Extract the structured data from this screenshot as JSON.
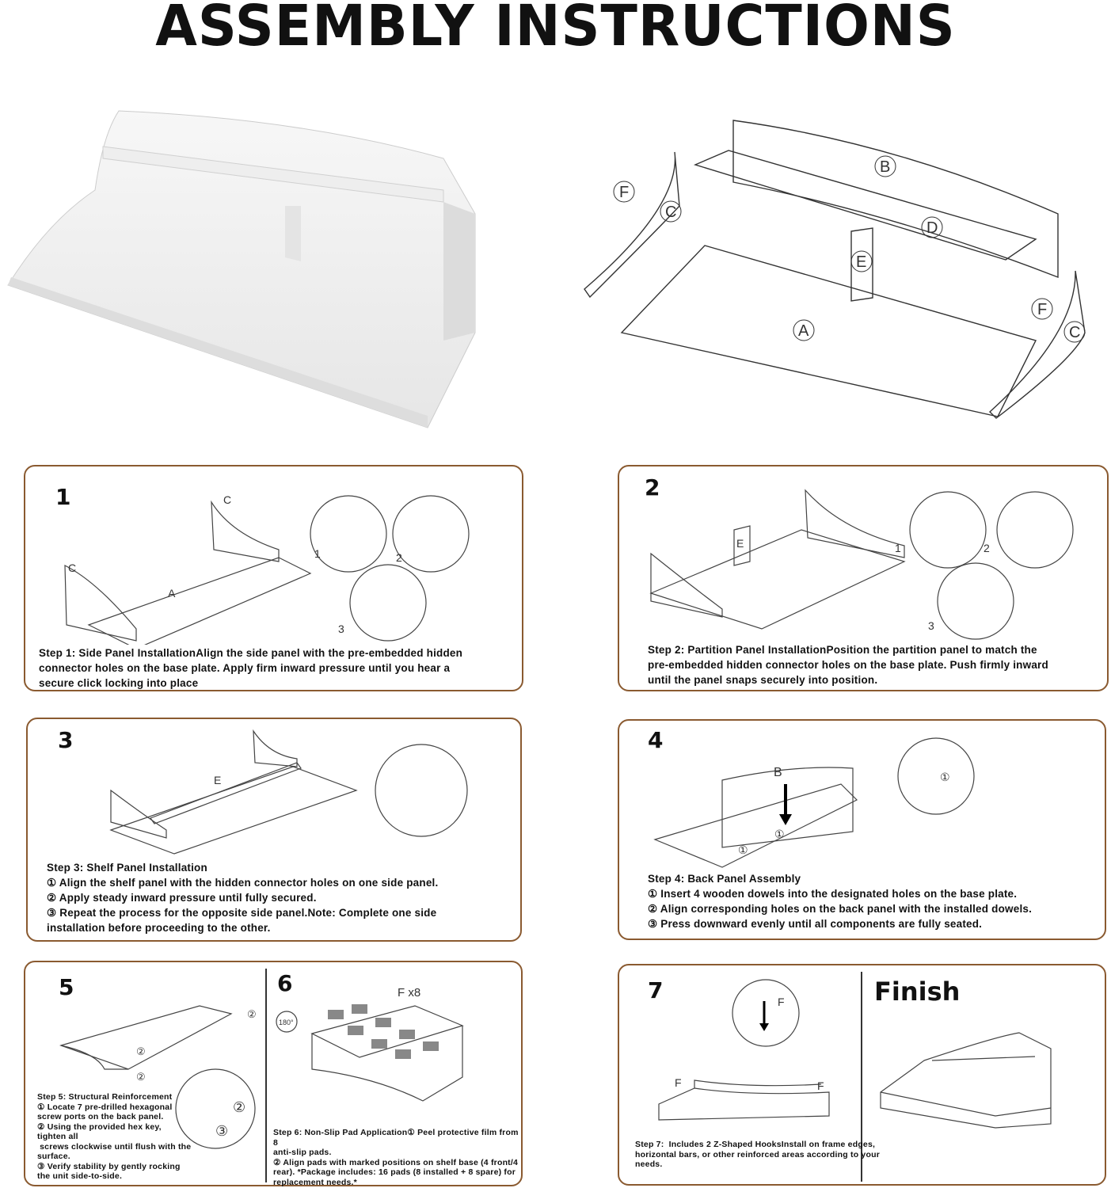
{
  "title": "ASSEMBLY INSTRUCTIONS",
  "exploded_labels": {
    "a": "A",
    "b": "B",
    "c": "C",
    "d": "D",
    "e": "E",
    "f": "F"
  },
  "steps": [
    {
      "number": "1",
      "labels": {
        "part_a": "A",
        "part_c": "C",
        "detail_1": "1",
        "detail_2": "2",
        "detail_3": "3"
      },
      "lines": [
        "Step 1: Side Panel InstallationAlign the side panel with the pre-embedded hidden",
        "connector holes on the base plate. Apply firm inward pressure until you hear a",
        "secure click locking into place"
      ]
    },
    {
      "number": "2",
      "labels": {
        "part_e": "E",
        "detail_1": "1",
        "detail_2": "2",
        "detail_3": "3"
      },
      "lines": [
        "Step 2: Partition Panel InstallationPosition the partition panel to match the",
        "pre-embedded hidden connector holes on the base plate. Push firmly inward",
        "until the panel snaps securely into position."
      ]
    },
    {
      "number": "3",
      "labels": {
        "part_e": "E"
      },
      "lines": [
        "Step 3: Shelf Panel Installation",
        "① Align the shelf panel with the hidden connector holes on one side panel.",
        "② Apply steady inward pressure until fully secured.",
        "③ Repeat the process for the opposite side panel.Note: Complete one side",
        "installation before proceeding to the other."
      ]
    },
    {
      "number": "4",
      "labels": {
        "part_b": "B",
        "dowel": "①"
      },
      "lines": [
        "Step 4: Back Panel Assembly",
        "① Insert 4 wooden dowels into the designated holes on the base plate.",
        "② Align corresponding holes on the back panel with the installed dowels.",
        "③ Press downward evenly until all components are fully seated."
      ]
    },
    {
      "number": "5",
      "labels": {
        "screw": "②",
        "key": "③"
      },
      "lines": [
        "Step 5: Structural Reinforcement",
        "① Locate 7 pre-drilled hexagonal",
        "screw ports on the back panel.",
        "② Using the provided hex key,",
        "tighten all",
        " screws clockwise until flush with the",
        "surface.",
        "③ Verify stability by gently rocking",
        "the unit side-to-side."
      ]
    },
    {
      "number": "6",
      "labels": {
        "pads": "F x8",
        "rotate": "180°"
      },
      "lines": [
        "Step 6: Non-Slip Pad Application① Peel protective film from 8",
        "anti-slip pads.",
        "② Align pads with marked positions on shelf base (4 front/4",
        "rear). *Package includes: 16 pads (8 installed + 8 spare) for",
        "replacement needs.*"
      ]
    },
    {
      "number": "7",
      "labels": {
        "hook": "F"
      },
      "lines": [
        "Step 7:  Includes 2 Z-Shaped HooksInstall on frame edges,",
        "horizontal bars, or other reinforced areas according to your",
        "needs."
      ]
    }
  ],
  "finish_label": "Finish",
  "colors": {
    "border": "#8a5a30"
  }
}
